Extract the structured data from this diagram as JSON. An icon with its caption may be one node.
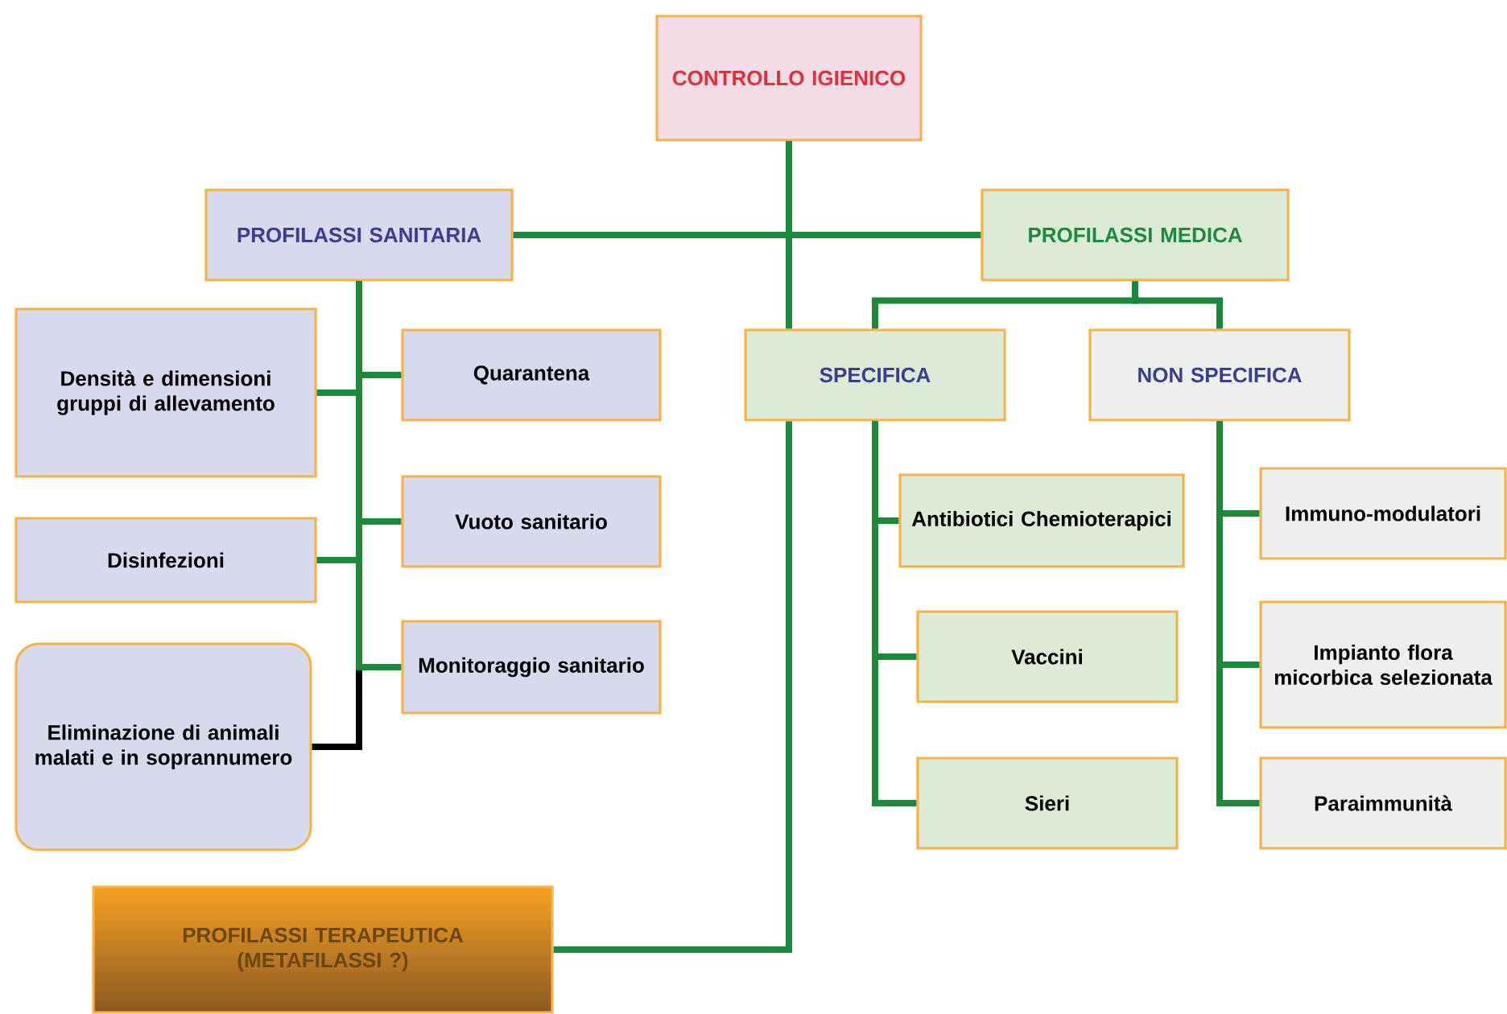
{
  "diagram": {
    "nodes": [
      {
        "text": [
          "CONTROLLO IGIENICO"
        ]
      },
      {
        "text": [
          "PROFILASSI SANITARIA"
        ]
      },
      {
        "text": [
          "PROFILASSI MEDICA"
        ]
      },
      {
        "text": [
          "Densità e dimensioni gruppi di allevamento"
        ]
      },
      {
        "text": [
          "Quarantena"
        ]
      },
      {
        "text": [
          "Disinfezioni"
        ]
      },
      {
        "text": [
          "Vuoto sanitario"
        ]
      },
      {
        "text": [
          "Eliminazione di animali malati e in soprannumero"
        ]
      },
      {
        "text": [
          "Monitoraggio sanitario"
        ]
      },
      {
        "text": [
          "SPECIFICA"
        ]
      },
      {
        "text": [
          "NON SPECIFICA"
        ]
      },
      {
        "text": [
          "Antibiotici Chemioterapici"
        ]
      },
      {
        "text": [
          "Immuno-modulatori"
        ]
      },
      {
        "text": [
          "Vaccini"
        ]
      },
      {
        "text": [
          "Impianto flora micorbica selezionata"
        ]
      },
      {
        "text": [
          "Sieri"
        ]
      },
      {
        "text": [
          "Paraimmunità"
        ]
      },
      {
        "text": [
          "PROFILASSI TERAPEUTICA (METAFILASSI ?)"
        ]
      }
    ],
    "edges": [
      {
        "from": 0,
        "to": 1,
        "arrow": "none"
      },
      {
        "from": 0,
        "to": 2,
        "arrow": "none"
      },
      {
        "from": 0,
        "to": 9,
        "arrow": "none"
      },
      {
        "from": 1,
        "to": 3,
        "arrow": "none"
      },
      {
        "from": 1,
        "to": 4,
        "arrow": "none"
      },
      {
        "from": 1,
        "to": 5,
        "arrow": "none"
      },
      {
        "from": 1,
        "to": 6,
        "arrow": "none"
      },
      {
        "from": 1,
        "to": 8,
        "arrow": "none"
      },
      {
        "from": 1,
        "to": 7,
        "arrow": "none",
        "color": "#000000"
      },
      {
        "from": 2,
        "to": 9,
        "arrow": "none"
      },
      {
        "from": 2,
        "to": 10,
        "arrow": "none"
      },
      {
        "from": 9,
        "to": 11,
        "arrow": "none"
      },
      {
        "from": 9,
        "to": 13,
        "arrow": "none"
      },
      {
        "from": 9,
        "to": 15,
        "arrow": "none"
      },
      {
        "from": 10,
        "to": 12,
        "arrow": "none"
      },
      {
        "from": 10,
        "to": 14,
        "arrow": "none"
      },
      {
        "from": 10,
        "to": 16,
        "arrow": "none"
      },
      {
        "from": 9,
        "to": 17,
        "arrow": "none"
      }
    ]
  }
}
